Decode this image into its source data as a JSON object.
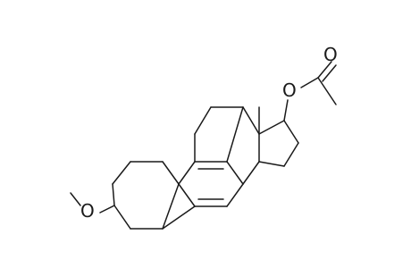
{
  "structure": {
    "labels": {
      "ether_oxygen": "O",
      "ester_oxygen": "O",
      "carbonyl_oxygen": "O",
      "methyl": "Me"
    }
  }
}
